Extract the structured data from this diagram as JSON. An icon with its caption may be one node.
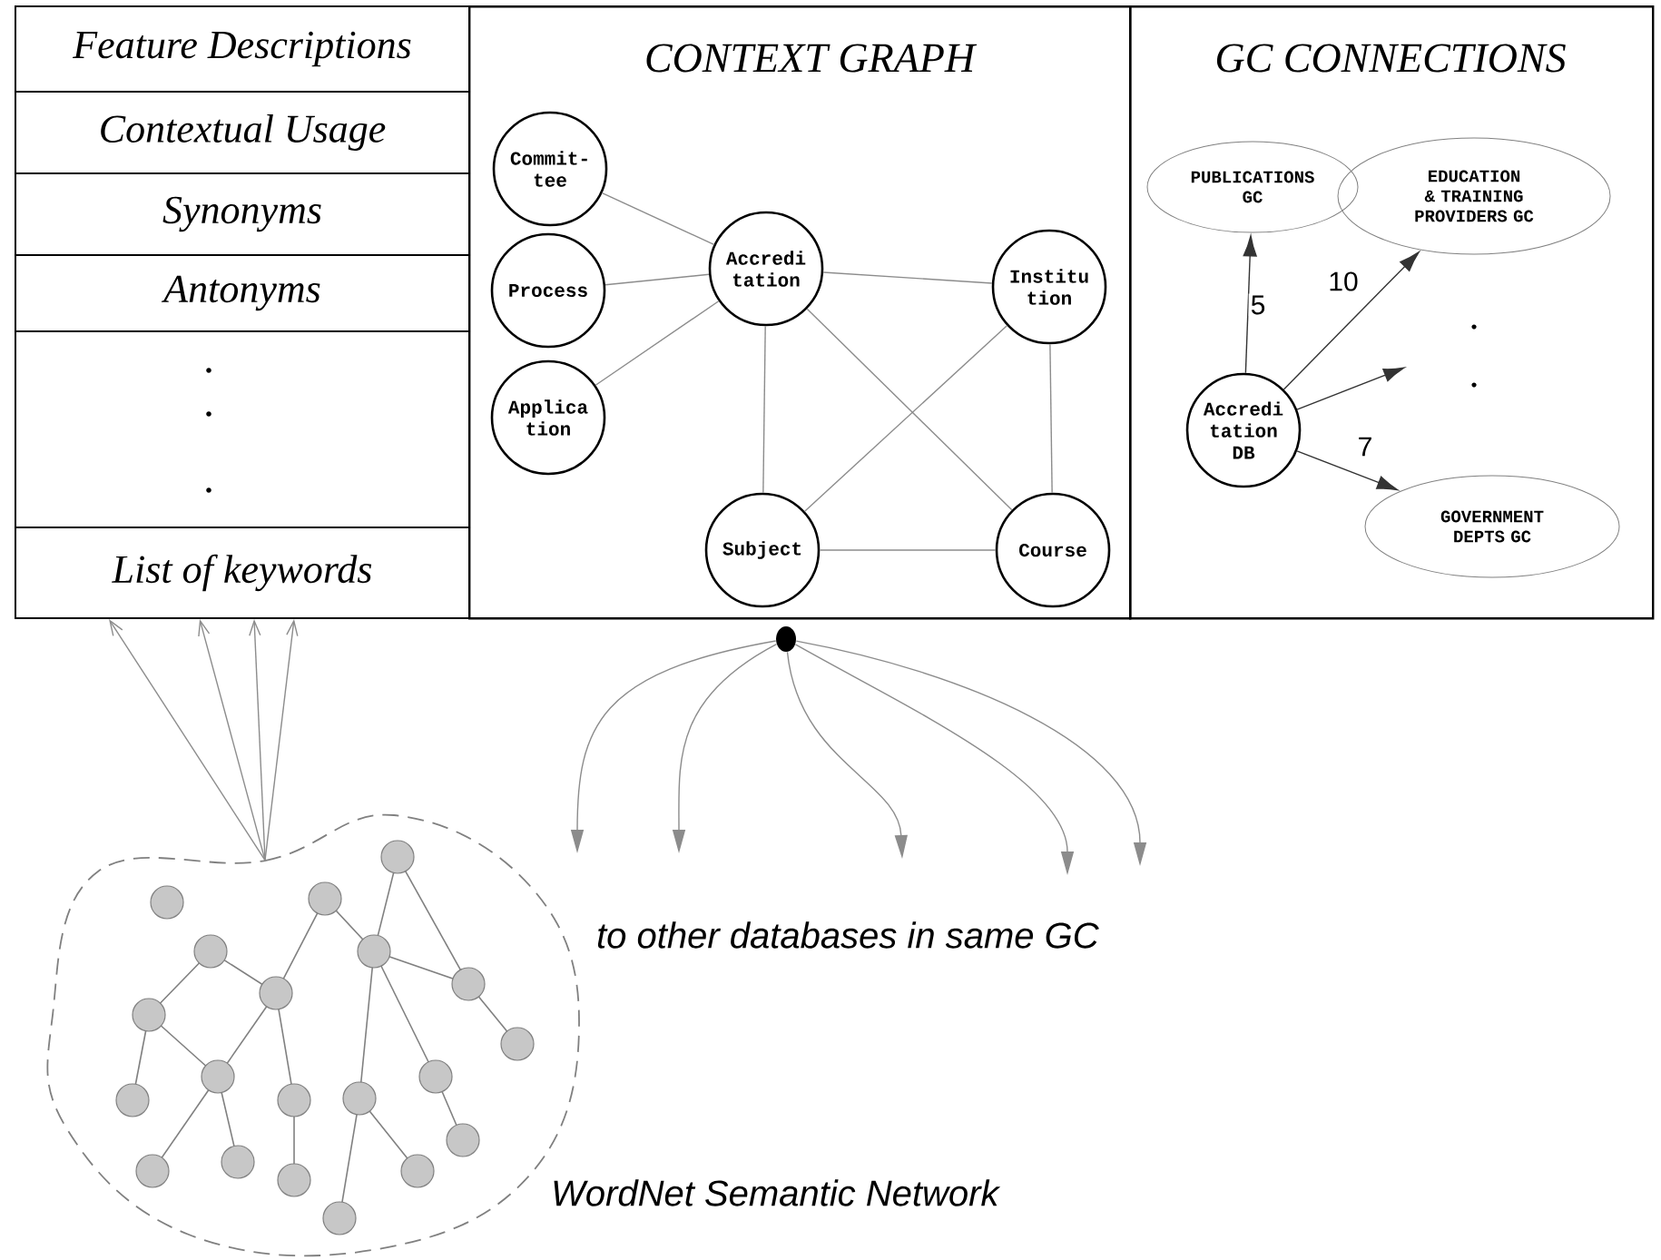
{
  "diagram": {
    "nodes": [
      {
        "text": [
          "Feature Descriptions"
        ]
      },
      {
        "text": [
          "Contextual Usage"
        ]
      },
      {
        "text": [
          "Synonyms"
        ]
      },
      {
        "text": [
          "Antonyms"
        ]
      },
      {
        "text": [],
        "shape": "box"
      },
      {
        "text": [
          "List of keywords"
        ]
      },
      {
        "text": [
          "CONTEXT GRAPH"
        ]
      },
      {
        "text": [
          "Commit- tee"
        ],
        "in": 6
      },
      {
        "text": [
          "Process"
        ],
        "in": 6
      },
      {
        "text": [
          "Applica tion"
        ],
        "in": 6
      },
      {
        "text": [
          "Accredi tation"
        ],
        "in": 6
      },
      {
        "text": [
          "Institu tion"
        ],
        "in": 6
      },
      {
        "text": [
          "Subject"
        ],
        "in": 6
      },
      {
        "text": [
          "Course"
        ],
        "in": 6
      },
      {
        "text": [
          "GC CONNECTIONS"
        ]
      },
      {
        "text": [
          "PUBLICATIONS GC"
        ],
        "in": 14
      },
      {
        "text": [
          "EDUCATION & TRAINING PROVIDERS GC"
        ],
        "in": 14
      },
      {
        "text": [
          "Accredi tation DB"
        ],
        "in": 14
      },
      {
        "text": [
          "GOVERNMENT DEPTS GC"
        ],
        "in": 14
      },
      {
        "text": [],
        "shape": "circle"
      },
      {
        "text": [],
        "shape": "cloud",
        "beside": [
          "WordNet Semantic Network"
        ]
      }
    ],
    "edges": [
      {
        "from": 7,
        "to": 10,
        "arrow": "none"
      },
      {
        "from": 8,
        "to": 10,
        "arrow": "none"
      },
      {
        "from": 9,
        "to": 10,
        "arrow": "none"
      },
      {
        "from": 10,
        "to": 11,
        "arrow": "none"
      },
      {
        "from": 10,
        "to": 12,
        "arrow": "none"
      },
      {
        "from": 10,
        "to": 13,
        "arrow": "none"
      },
      {
        "from": 11,
        "to": 12,
        "arrow": "none"
      },
      {
        "from": 11,
        "to": 13,
        "arrow": "none"
      },
      {
        "from": 12,
        "to": 13,
        "arrow": "none"
      },
      {
        "from": 17,
        "to": 15,
        "arrow": "to",
        "label": "5",
        "color": "#333333"
      },
      {
        "from": 17,
        "to": 16,
        "arrow": "to",
        "label": "10",
        "color": "#333333"
      },
      {
        "from": 17,
        "to": null,
        "arrow": "to",
        "color": "#333333"
      },
      {
        "from": 17,
        "to": 18,
        "arrow": "to",
        "label": "7",
        "color": "#333333"
      },
      {
        "from": 19,
        "to": null,
        "arrow": "to"
      },
      {
        "from": 19,
        "to": null,
        "arrow": "to"
      },
      {
        "from": 19,
        "to": null,
        "arrow": "to"
      },
      {
        "from": 19,
        "to": null,
        "arrow": "to"
      },
      {
        "from": 19,
        "to": null,
        "arrow": "to"
      },
      {
        "from": 20,
        "to": 5,
        "arrow": "to"
      },
      {
        "from": 20,
        "to": 5,
        "arrow": "to"
      },
      {
        "from": 20,
        "to": 5,
        "arrow": "to"
      },
      {
        "from": 20,
        "to": 5,
        "arrow": "to"
      }
    ],
    "labels": [
      "to other databases in same GC"
    ]
  }
}
